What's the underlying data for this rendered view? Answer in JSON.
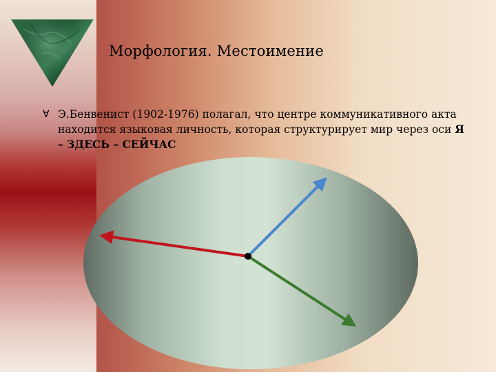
{
  "slide": {
    "title": "Морфология.  Местоимение",
    "bullet": {
      "marker": "∀",
      "text_prefix": "Э.Бенвенист (1902-1976) полагал, что центре коммуникативного акта находится языковая личность, которая структурирует мир через оси ",
      "text_axes": "Я – ЗДЕСЬ – СЕЙЧАС"
    },
    "emblem_icon": "green-marble-triangle-icon",
    "diagram": {
      "shape": "ellipse",
      "arrows": [
        {
          "name": "red-arrow",
          "color": "#c0161b"
        },
        {
          "name": "blue-arrow",
          "color": "#4a86cf"
        },
        {
          "name": "green-arrow",
          "color": "#3c7a2e"
        }
      ]
    }
  }
}
